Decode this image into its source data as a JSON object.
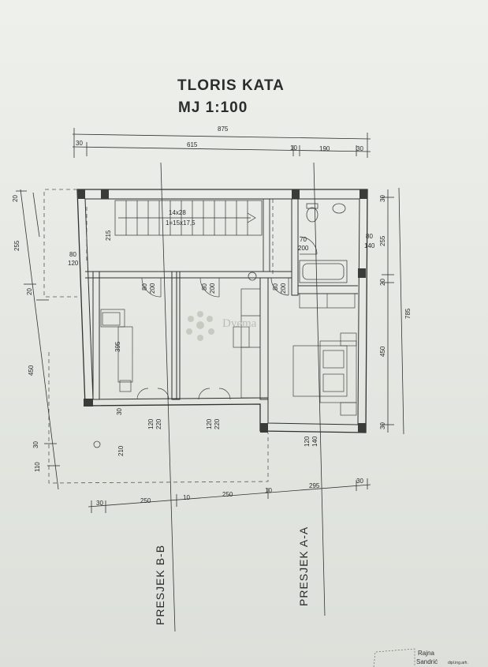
{
  "drawing": {
    "title": "TLORIS KATA",
    "scale": "MJ 1:100"
  },
  "dims_top": {
    "overall": "875",
    "seg_30a": "30",
    "seg_615": "615",
    "seg_10": "10",
    "seg_190": "190",
    "seg_30b": "30"
  },
  "dims_bottom": {
    "seg_30a": "30",
    "seg_250a": "250",
    "seg_10a": "10",
    "seg_250b": "250",
    "seg_10b": "10",
    "seg_295": "295",
    "seg_30b": "30"
  },
  "dims_left": {
    "d20": "20",
    "d255": "255",
    "d20b": "20",
    "d450": "450",
    "d30": "30",
    "d110": "110"
  },
  "dims_right": {
    "d30a": "30",
    "d255": "255",
    "d20": "20",
    "d450": "450",
    "d30b": "30",
    "d785": "785"
  },
  "stair": {
    "label_1": "14x28",
    "label_2": "1=15x17,5",
    "width": "215"
  },
  "openings": {
    "left_window_a": "80",
    "left_window_b": "120",
    "door_1_a": "80",
    "door_1_b": "200",
    "door_2_a": "80",
    "door_2_b": "200",
    "door_3_a": "80",
    "door_3_b": "200",
    "bath_door_a": "70",
    "bath_door_b": "200",
    "bath_window_a": "80",
    "bath_window_b": "140",
    "bottom_1_a": "120",
    "bottom_1_b": "220",
    "bottom_2_a": "120",
    "bottom_2_b": "220",
    "bottom_3_a": "120",
    "bottom_3_b": "140",
    "room_395": "395",
    "wall_30": "30",
    "balcony_210": "210"
  },
  "sections": {
    "b": "PRESJEK B-B",
    "a": "PRESJEK A-A"
  },
  "watermark": "Dvema",
  "stamp": {
    "name_1": "Rajna",
    "name_2": "Sandrić",
    "role": "dipl.ing.arh."
  }
}
